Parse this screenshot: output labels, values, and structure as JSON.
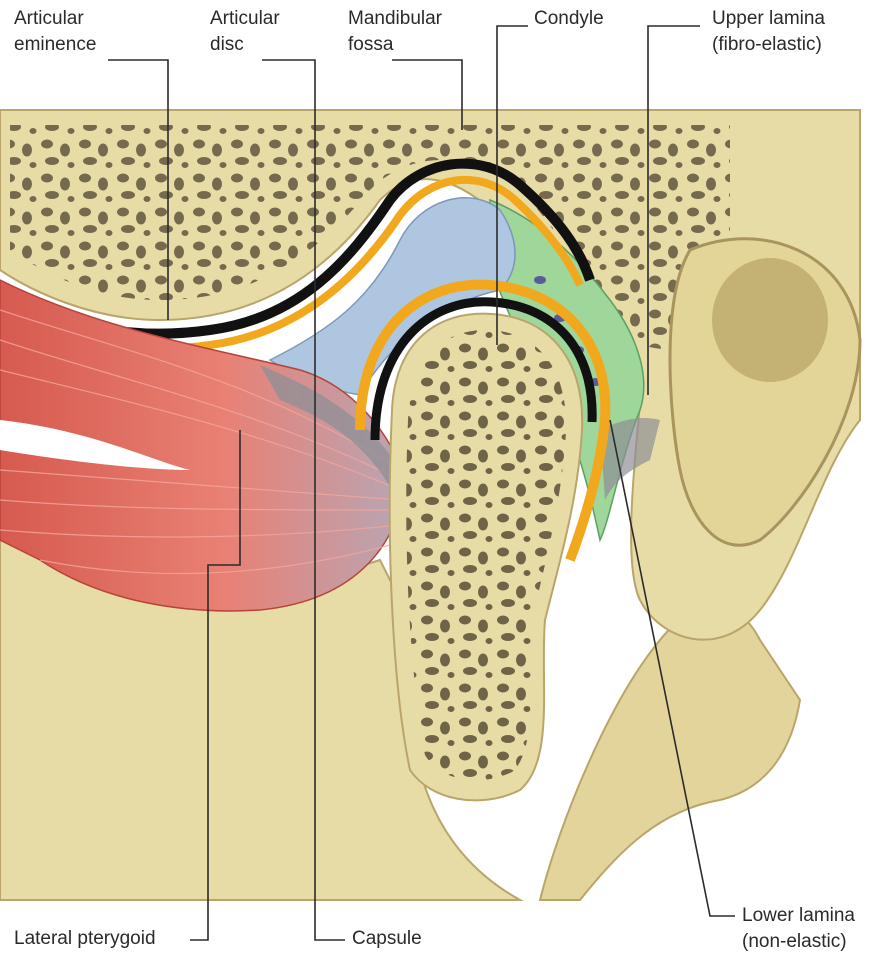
{
  "labels": {
    "articular_eminence": {
      "line1": "Articular",
      "line2": "eminence"
    },
    "articular_disc": {
      "line1": "Articular",
      "line2": "disc"
    },
    "mandibular_fossa": {
      "line1": "Mandibular",
      "line2": "fossa"
    },
    "condyle": {
      "line1": "Condyle"
    },
    "upper_lamina": {
      "line1": "Upper lamina",
      "line2": "(fibro-elastic)"
    },
    "lateral_pterygoid": {
      "line1": "Lateral pterygoid"
    },
    "capsule": {
      "line1": "Capsule"
    },
    "lower_lamina": {
      "line1": "Lower lamina",
      "line2": "(non-elastic)"
    }
  },
  "colors": {
    "bone": "#e8dca6",
    "bone_edge": "#b9a56a",
    "marrow_pore": "#6f6448",
    "cartilage": "#f2a81c",
    "subchondral": "#111111",
    "disc": "#aec6e0",
    "retrodiscal": "#9fd69a",
    "muscle": "#e06b5f",
    "capsule": "#8e8f96"
  }
}
